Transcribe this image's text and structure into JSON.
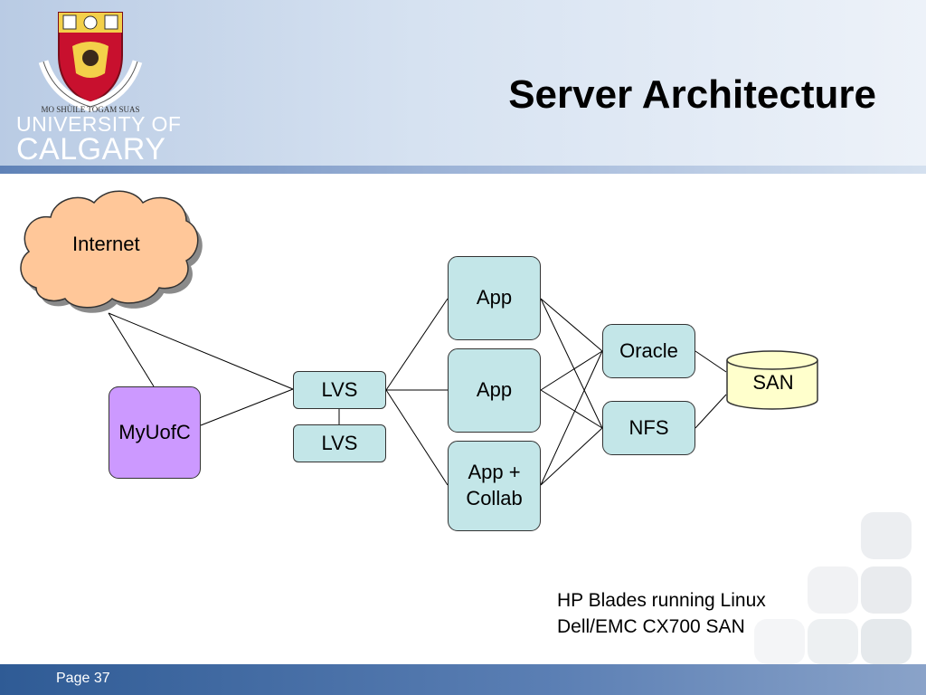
{
  "header": {
    "logo_line1": "UNIVERSITY OF",
    "logo_line2": "CALGARY",
    "logo_motto": "MO SHÙILE TOGAM SUAS"
  },
  "title": "Server Architecture",
  "nodes": {
    "internet": "Internet",
    "myuofc": "MyUofC",
    "lvs1": "LVS",
    "lvs2": "LVS",
    "app1": "App",
    "app2": "App",
    "app3_line1": "App +",
    "app3_line2": "Collab",
    "oracle": "Oracle",
    "nfs": "NFS",
    "san": "SAN"
  },
  "notes": {
    "line1": "HP Blades running Linux",
    "line2": "Dell/EMC CX700 SAN"
  },
  "footer": {
    "page": "Page 37"
  },
  "colors": {
    "teal": "#c3e6e8",
    "purple": "#cc99ff",
    "cloud": "#ffc799",
    "database": "#ffffcc",
    "header_blue": "#b9cbe4",
    "footer_blue": "#2f5b95"
  }
}
